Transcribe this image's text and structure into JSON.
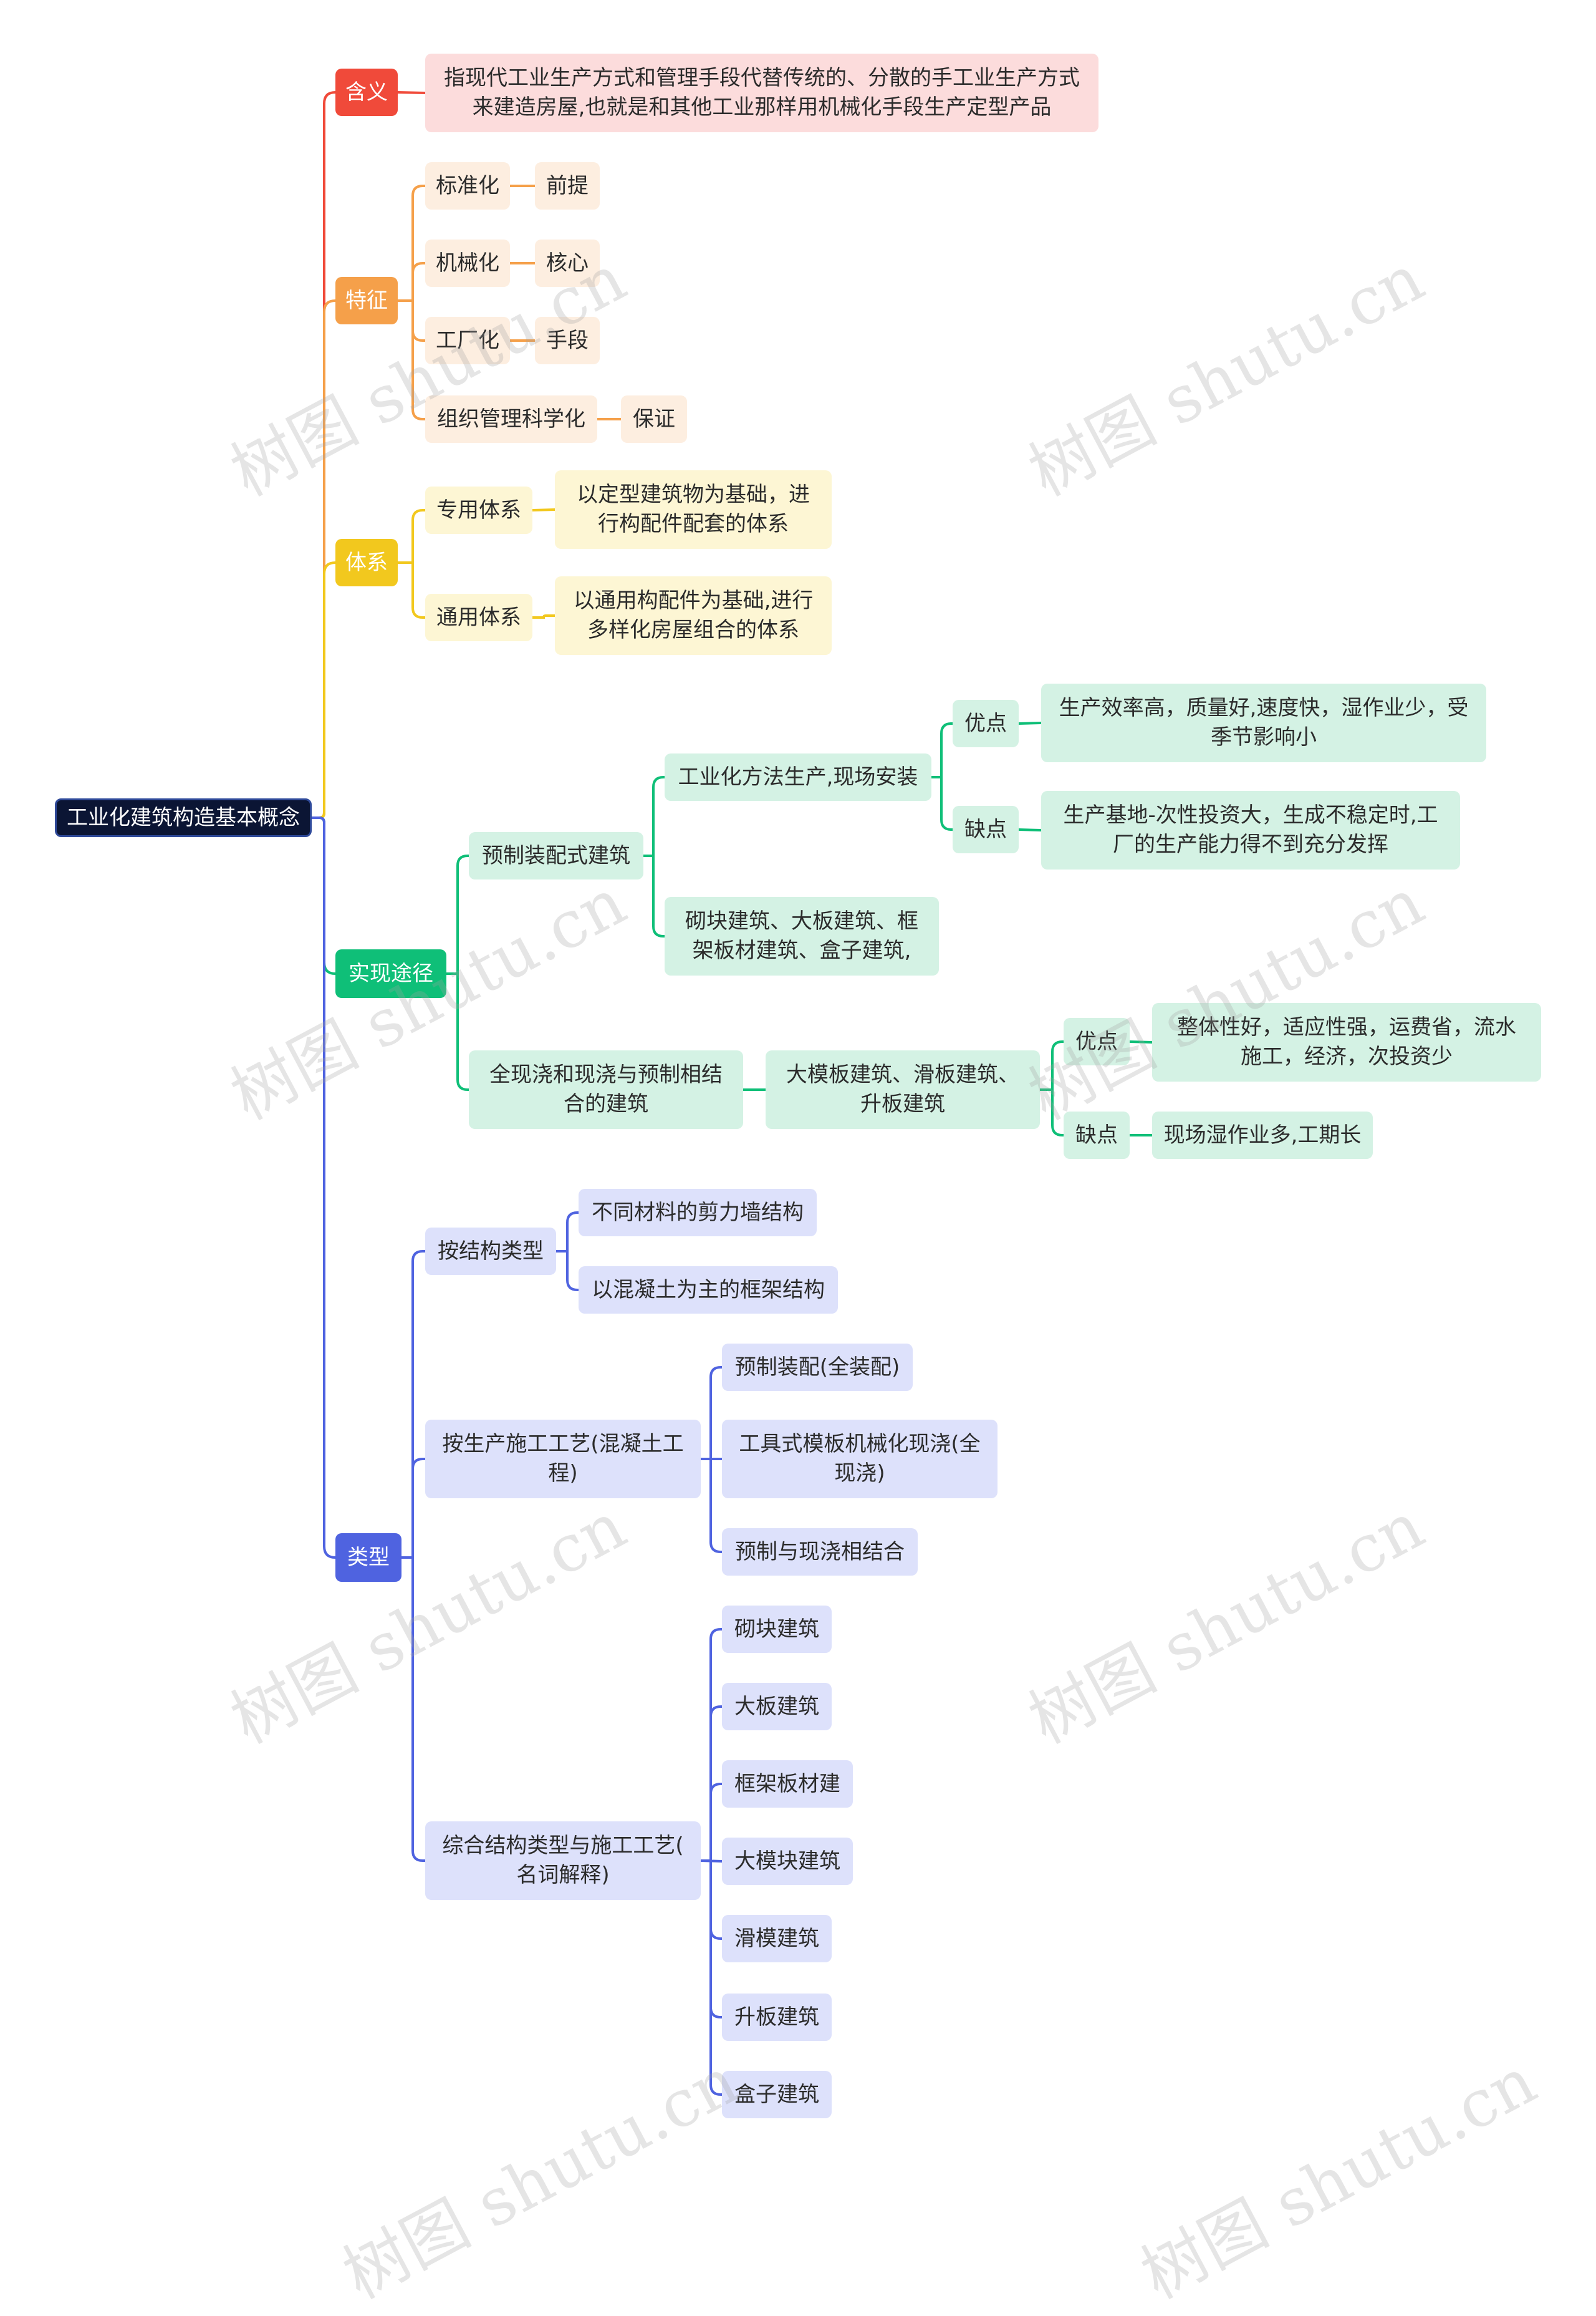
{
  "root": {
    "label": "工业化建筑构造基本概念"
  },
  "colors": {
    "red": "#f04a3a",
    "red_bg": "#fcdcdc",
    "orange": "#f5a04a",
    "orange_bg": "#fdeee0",
    "yellow": "#f2c81e",
    "yellow_bg": "#fdf6d4",
    "green": "#0fbf78",
    "green_bg": "#d4f2e4",
    "blue": "#4f63e0",
    "blue_bg": "#dde1fb"
  },
  "branches": {
    "meaning": {
      "label": "含义",
      "text": "指现代工业生产方式和管理手段代替传统的、分散的手工业生产方式\n来建造房屋,也就是和其他工业那样用机械化手段生产定型产品"
    },
    "features": {
      "label": "特征",
      "items": [
        {
          "label": "标准化",
          "detail": "前提"
        },
        {
          "label": "机械化",
          "detail": "核心"
        },
        {
          "label": "工厂化",
          "detail": "手段"
        },
        {
          "label": "组织管理科学化",
          "detail": "保证"
        }
      ]
    },
    "systems": {
      "label": "体系",
      "items": [
        {
          "label": "专用体系",
          "detail": "以定型建筑物为基础，进\n行构配件配套的体系"
        },
        {
          "label": "通用体系",
          "detail": "以通用构配件为基础,进行\n多样化房屋组合的体系"
        }
      ]
    },
    "approaches": {
      "label": "实现途径",
      "prefab": {
        "label": "预制装配式建筑",
        "method": {
          "label": "工业化方法生产,现场安装",
          "pros_label": "优点",
          "pros": "生产效率高，质量好,速度快，湿作业少，受\n季节影响小",
          "cons_label": "缺点",
          "cons": "生产基地-次性投资大，生成不稳定时,工\n厂的生产能力得不到充分发挥"
        },
        "examples": "砌块建筑、大板建筑、框\n架板材建筑、盒子建筑,"
      },
      "cast": {
        "label": "全现浇和现浇与预制相结\n合的建筑",
        "examples": {
          "label": "大模板建筑、滑板建筑、\n升板建筑",
          "pros_label": "优点",
          "pros": "整体性好，适应性强，运费省，流水\n施工，经济，次投资少",
          "cons_label": "缺点",
          "cons": "现场湿作业多,工期长"
        }
      }
    },
    "types": {
      "label": "类型",
      "by_structure": {
        "label": "按结构类型",
        "items": [
          "不同材料的剪力墙结构",
          "以混凝土为主的框架结构"
        ]
      },
      "by_process": {
        "label": "按生产施工工艺(混凝土工\n程)",
        "items": [
          "预制装配(全装配)",
          "工具式模板机械化现浇(全\n现浇)",
          "预制与现浇相结合"
        ]
      },
      "combined": {
        "label": "综合结构类型与施工工艺(\n名词解释)",
        "items": [
          "砌块建筑",
          "大板建筑",
          "框架板材建",
          "大模块建筑",
          "滑模建筑",
          "升板建筑",
          "盒子建筑"
        ]
      }
    }
  },
  "watermark": "树图 shutu.cn"
}
